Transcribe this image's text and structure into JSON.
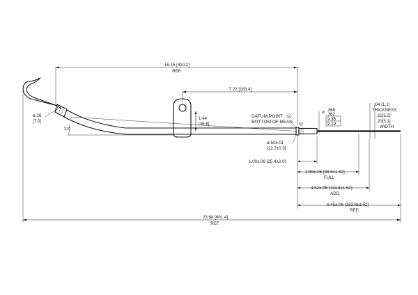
{
  "dimensions": {
    "overall_ref": {
      "main": "16.15 [410.2]",
      "sub": "REF."
    },
    "bracket_distance": "7.22 [183.4]",
    "handle_diameter": {
      "main": "ø.28",
      "sub": "[7.0]"
    },
    "handle_angle": "22°",
    "bracket_height": {
      "main": "1.44",
      "sub": "[36.6]"
    },
    "datum_note": {
      "line1": "DATUM POINT",
      "line2": "BOTTOM OF BEAD",
      "symbol": "A"
    },
    "tube_diameter": {
      "main": "ø.50±.01",
      "sub": "[12.7±0.3]"
    },
    "bead_diameter": {
      "prefix": "ø",
      "upper": ".368",
      "lower": ".362",
      "upper_mm": "9.35",
      "lower_mm": "9.19"
    },
    "blade_thickness": {
      "main": ".04 [1.1]",
      "sub": "THICKNESS"
    },
    "blade_width": {
      "upper": ".21[5.2]",
      "lower": ".20[5.1]",
      "sub": "WIDTH"
    },
    "datum_offset": "1.00±.08 [25.4±2.0]",
    "full_mark": {
      "main": "3.89±.06 [98.8±1.52]",
      "sub": "FULL"
    },
    "add_mark": {
      "main": "4.52±.06 [114.8±1.52]",
      "sub": "ADD"
    },
    "blade_ref": {
      "main": "6.45±.06 [163.8±1.52]",
      "sub": "REF."
    },
    "total_length": {
      "main": "23.68 [601.4]",
      "sub": "REF."
    }
  }
}
